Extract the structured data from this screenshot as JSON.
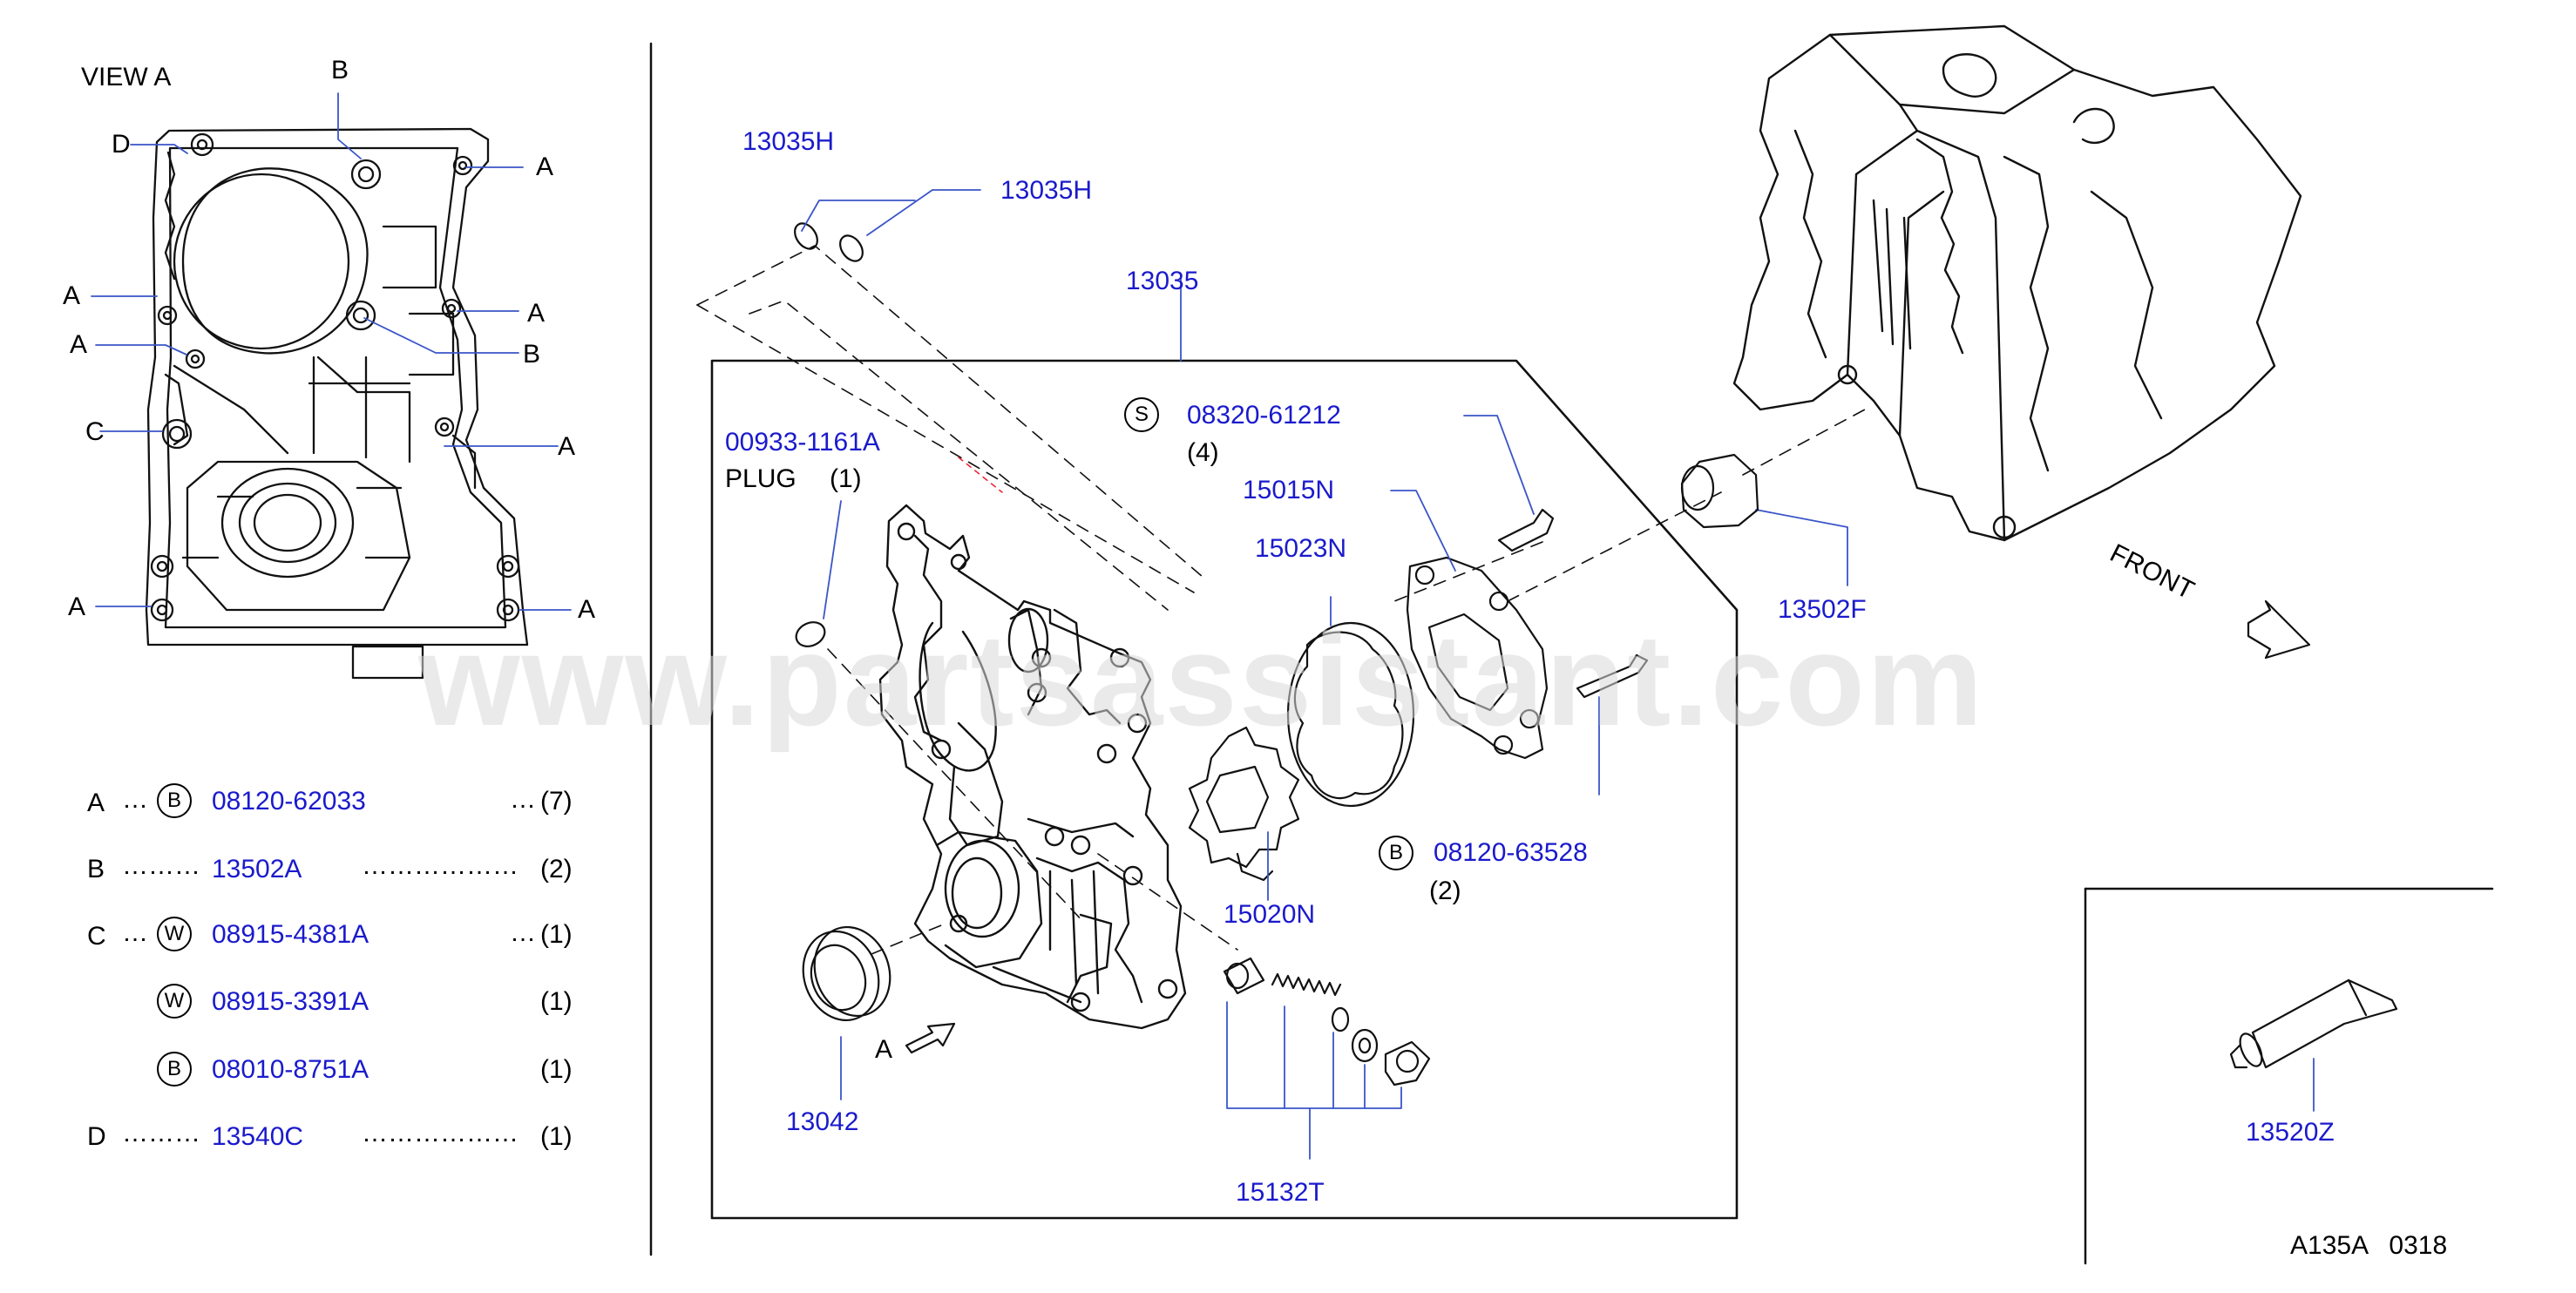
{
  "colors": {
    "part_number": "#1a1acc",
    "text": "#000000",
    "watermark": "#d9d9d9",
    "leader": "#3a55c8"
  },
  "watermark": "www.partsassistant.com",
  "view": {
    "title": "VIEW   A",
    "callouts": {
      "b_top": "B",
      "d": "D",
      "a1": "A",
      "a2": "A",
      "a3": "A",
      "a4": "A",
      "a5": "A",
      "a6": "A",
      "a7": "A",
      "b_mid": "B",
      "c": "C"
    }
  },
  "legend": [
    {
      "letter": "A",
      "lead": "…",
      "symbol": "B",
      "part": "08120-62033",
      "dots": "…",
      "qty": "(7)"
    },
    {
      "letter": "B",
      "lead": "………",
      "symbol": "",
      "part": "13502A",
      "dots": "………………",
      "qty": "(2)"
    },
    {
      "letter": "C",
      "lead": "…",
      "symbol": "W",
      "part": "08915-4381A",
      "dots": "…",
      "qty": "(1)"
    },
    {
      "letter": "",
      "lead": "",
      "symbol": "W",
      "part": "08915-3391A",
      "dots": "",
      "qty": "(1)"
    },
    {
      "letter": "",
      "lead": "",
      "symbol": "B",
      "part": "08010-8751A",
      "dots": "",
      "qty": "(1)"
    },
    {
      "letter": "D",
      "lead": "………",
      "symbol": "",
      "part": "13540C",
      "dots": "………………",
      "qty": "(1)"
    }
  ],
  "parts": {
    "p13035H_a": "13035H",
    "p13035H_b": "13035H",
    "p13035": "13035",
    "p00933": "00933-1161A",
    "plug_label": "PLUG",
    "plug_qty": "(1)",
    "s_symbol": "S",
    "p08320": "08320-61212",
    "p08320_qty": "(4)",
    "p15015N": "15015N",
    "p15023N": "15023N",
    "p13502F": "13502F",
    "front": "FRONT",
    "b_symbol": "B",
    "p08120_63528": "08120-63528",
    "p08120_qty": "(2)",
    "p15020N": "15020N",
    "p13042": "13042",
    "view_arrow_letter": "A",
    "p15132T": "15132T",
    "p13520Z": "13520Z",
    "page_code": "A135A   0318"
  }
}
